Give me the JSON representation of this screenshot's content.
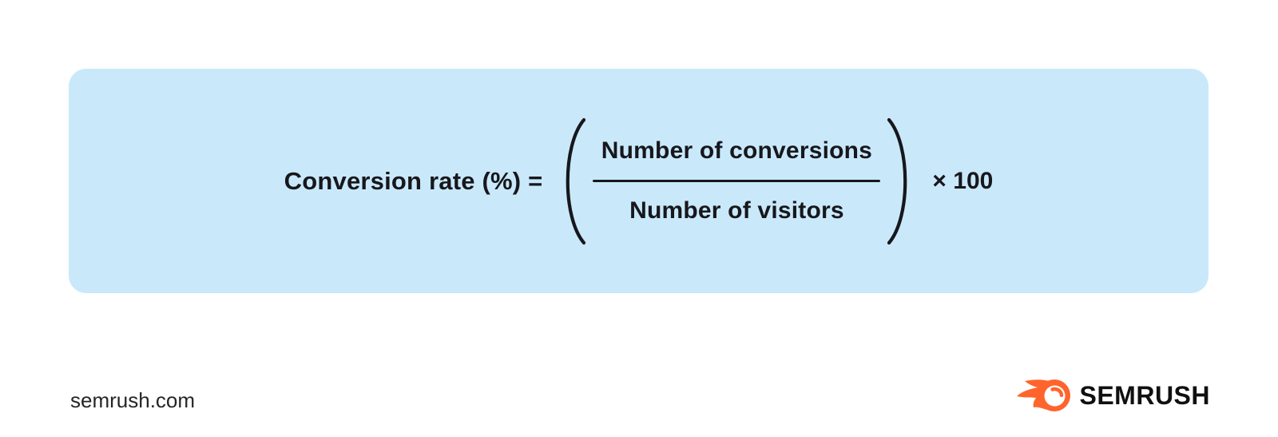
{
  "formula": {
    "lhs": "Conversion rate (%) =",
    "numerator": "Number of conversions",
    "denominator": "Number of visitors",
    "multiplier": "× 100"
  },
  "footer": {
    "site": "semrush.com",
    "brand": "SEMRUSH"
  },
  "icons": {
    "left_parenthesis": "left-parenthesis",
    "right_parenthesis": "right-parenthesis",
    "brand_flame": "semrush-flame-icon"
  },
  "colors": {
    "panel_blue": "#C9E9FB",
    "text": "#17171C",
    "accent_orange": "#FF642D",
    "footer_text": "#262626",
    "brand_text": "#101010"
  }
}
